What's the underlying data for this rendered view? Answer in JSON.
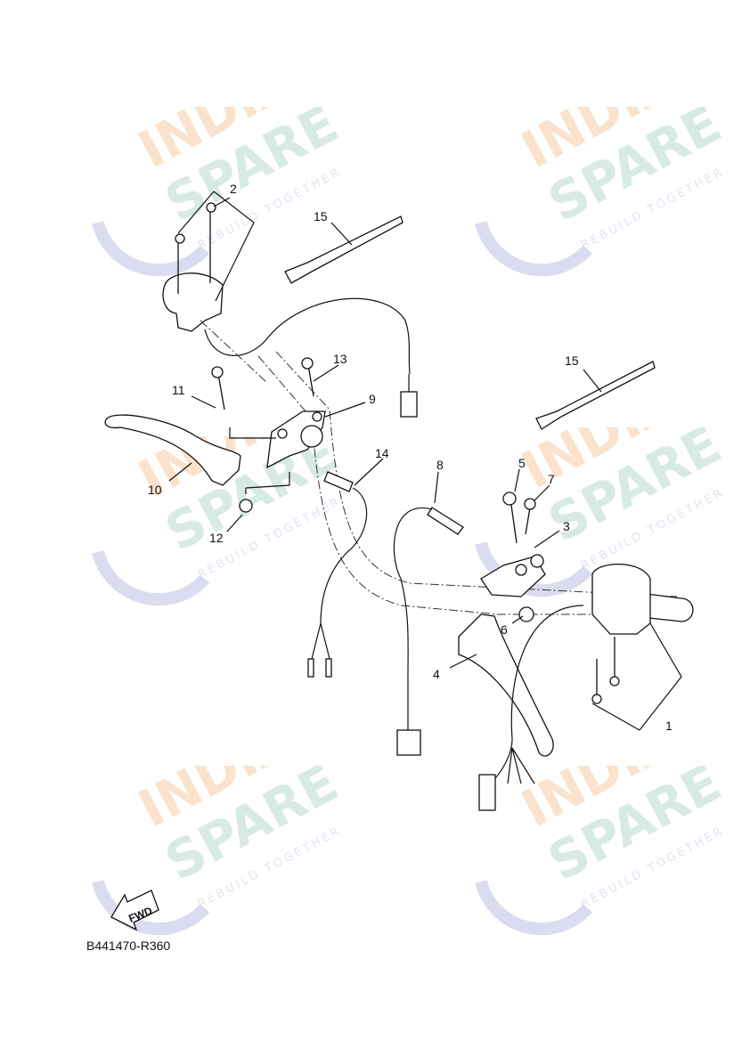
{
  "diagram": {
    "drawing_code": "B441470-R360",
    "direction_label": "FWD",
    "callouts": [
      "1",
      "2",
      "3",
      "4",
      "5",
      "6",
      "7",
      "8",
      "9",
      "10",
      "11",
      "12",
      "13",
      "14",
      "15",
      "15"
    ],
    "watermark": {
      "line1": "INDIA",
      "line2": "SPARE",
      "tagline": "REBUILD TOGETHER"
    },
    "colors": {
      "ink": "#111111",
      "watermark_orange": "#f9dcc0",
      "watermark_green": "#cfe7dc",
      "watermark_icon": "#dcdcf0"
    }
  }
}
